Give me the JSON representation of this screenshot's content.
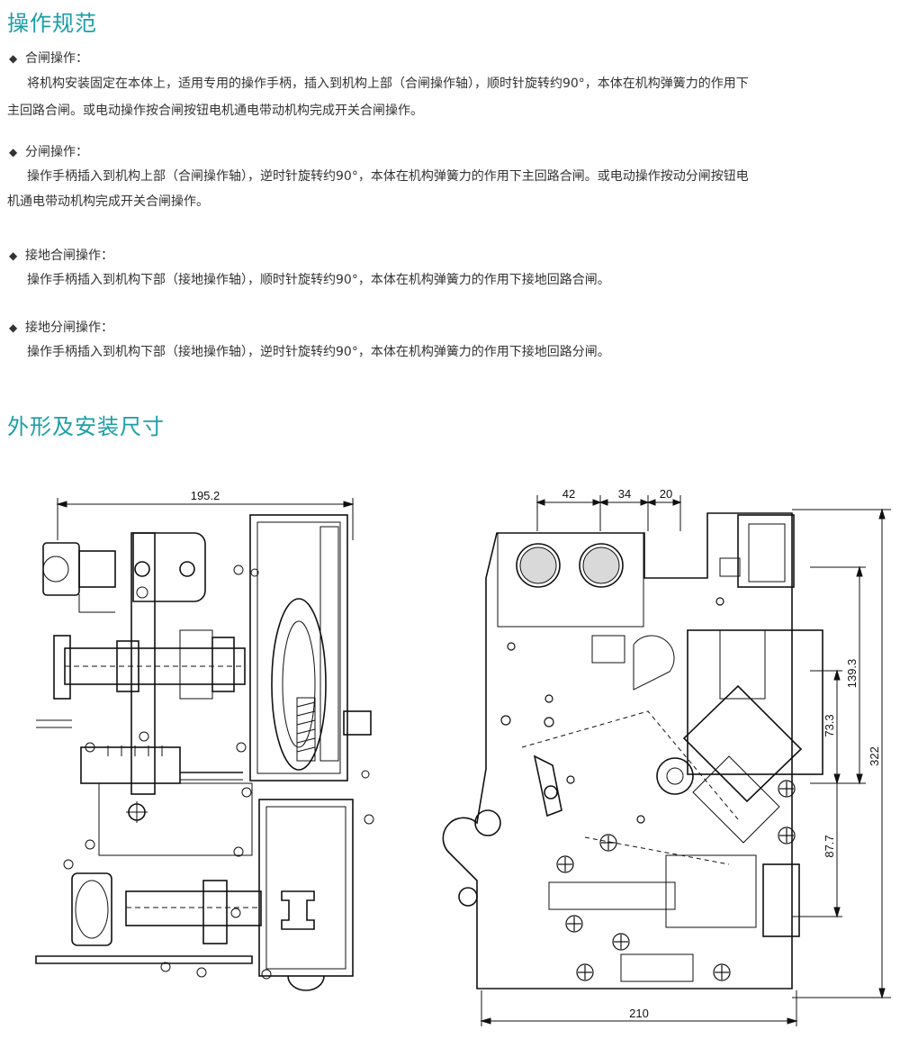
{
  "sections": {
    "operation": {
      "title": "操作规范",
      "items": [
        {
          "title": "合闸操作：",
          "lines": [
            "将机构安装固定在本体上，适用专用的操作手柄，插入到机构上部（合闸操作轴），顺时针旋转约90°，本体在机构弹簧力的作用下",
            "主回路合闸。或电动操作按合闸按钮电机通电带动机构完成开关合闸操作。"
          ]
        },
        {
          "title": "分闸操作：",
          "lines": [
            "操作手柄插入到机构上部（合闸操作轴），逆时针旋转约90°，本体在机构弹簧力的作用下主回路合闸。或电动操作按动分闸按钮电",
            "机通电带动机构完成开关合闸操作。"
          ]
        },
        {
          "title": "接地合闸操作：",
          "lines": [
            "操作手柄插入到机构下部（接地操作轴），顺时针旋转约90°，本体在机构弹簧力的作用下接地回路合闸。"
          ]
        },
        {
          "title": "接地分闸操作：",
          "lines": [
            "操作手柄插入到机构下部（接地操作轴），逆时针旋转约90°，本体在机构弹簧力的作用下接地回路分闸。"
          ]
        }
      ]
    },
    "dimensions": {
      "title": "外形及安装尺寸",
      "side_view": {
        "width_label": "195.2"
      },
      "front_view": {
        "top_labels": [
          "42",
          "34",
          "20"
        ],
        "bottom_label": "210",
        "right_labels": [
          "139.3",
          "73.3",
          "87.7",
          "322"
        ]
      }
    }
  },
  "colors": {
    "heading": "#1a9ea8",
    "text": "#333333",
    "line": "#111111"
  }
}
